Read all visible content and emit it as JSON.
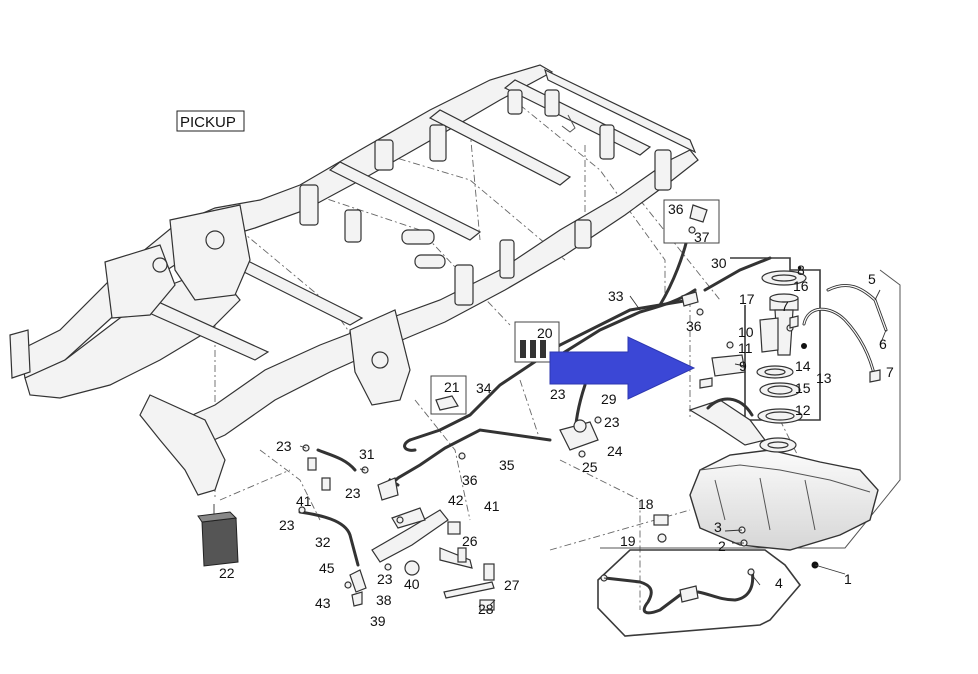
{
  "variant_label": "PICKUP",
  "callouts": [
    {
      "id": "c1",
      "text": "1"
    },
    {
      "id": "c2",
      "text": "2"
    },
    {
      "id": "c3",
      "text": "3"
    },
    {
      "id": "c4",
      "text": "4"
    },
    {
      "id": "c5",
      "text": "5"
    },
    {
      "id": "c6",
      "text": "6"
    },
    {
      "id": "c7a",
      "text": "7"
    },
    {
      "id": "c7b",
      "text": "7"
    },
    {
      "id": "c8",
      "text": "8"
    },
    {
      "id": "c9",
      "text": "9"
    },
    {
      "id": "c10",
      "text": "10"
    },
    {
      "id": "c11",
      "text": "11"
    },
    {
      "id": "c12",
      "text": "12"
    },
    {
      "id": "c13",
      "text": "13"
    },
    {
      "id": "c14",
      "text": "14"
    },
    {
      "id": "c15",
      "text": "15"
    },
    {
      "id": "c16",
      "text": "16"
    },
    {
      "id": "c17",
      "text": "17"
    },
    {
      "id": "c18",
      "text": "18"
    },
    {
      "id": "c19",
      "text": "19"
    },
    {
      "id": "c20",
      "text": "20"
    },
    {
      "id": "c21",
      "text": "21"
    },
    {
      "id": "c22",
      "text": "22"
    },
    {
      "id": "c23a",
      "text": "23"
    },
    {
      "id": "c23b",
      "text": "23"
    },
    {
      "id": "c23c",
      "text": "23"
    },
    {
      "id": "c23d",
      "text": "23"
    },
    {
      "id": "c23e",
      "text": "23"
    },
    {
      "id": "c23f",
      "text": "23"
    },
    {
      "id": "c24",
      "text": "24"
    },
    {
      "id": "c25",
      "text": "25"
    },
    {
      "id": "c26",
      "text": "26"
    },
    {
      "id": "c27",
      "text": "27"
    },
    {
      "id": "c28",
      "text": "28"
    },
    {
      "id": "c29",
      "text": "29"
    },
    {
      "id": "c30",
      "text": "30"
    },
    {
      "id": "c31",
      "text": "31"
    },
    {
      "id": "c32",
      "text": "32"
    },
    {
      "id": "c33",
      "text": "33"
    },
    {
      "id": "c34",
      "text": "34"
    },
    {
      "id": "c35",
      "text": "35"
    },
    {
      "id": "c36a",
      "text": "36"
    },
    {
      "id": "c36b",
      "text": "36"
    },
    {
      "id": "c36c",
      "text": "36"
    },
    {
      "id": "c37",
      "text": "37"
    },
    {
      "id": "c38",
      "text": "38"
    },
    {
      "id": "c39",
      "text": "39"
    },
    {
      "id": "c40",
      "text": "40"
    },
    {
      "id": "c41a",
      "text": "41"
    },
    {
      "id": "c41b",
      "text": "41"
    },
    {
      "id": "c42",
      "text": "42"
    },
    {
      "id": "c43",
      "text": "43"
    },
    {
      "id": "c45",
      "text": "45"
    }
  ],
  "arrow_color": "#3b47d6"
}
